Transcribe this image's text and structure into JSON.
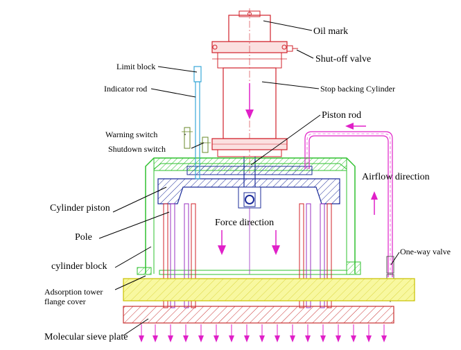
{
  "labels": {
    "oil_mark": "Oil mark",
    "shut_off_valve": "Shut-off valve",
    "limit_block": "Limit block",
    "indicator_rod": "Indicator rod",
    "stop_backing_cylinder": "Stop backing Cylinder",
    "piston_rod": "Piston rod",
    "warning_switch": "Warning switch",
    "shutdown_switch": "Shutdown switch",
    "airflow_direction": "Airflow direction",
    "cylinder_piston": "Cylinder piston",
    "pole": "Pole",
    "force_direction": "Force direction",
    "cylinder_block": "cylinder block",
    "one_way_valve": "One-way valve",
    "adsorption_tower_line1": "Adsorption tower",
    "adsorption_tower_line2": "flange cover",
    "molecular_sieve_plate": "Molecular sieve plate"
  },
  "colors": {
    "cylinder_outline": "#d0202a",
    "piston": "#1c2c9a",
    "cylinder_block": "#2ec02e",
    "airflow": "#e020c8",
    "flange_cover": "#e8e000",
    "sieve_plate": "#c83030",
    "indicator_rod": "#38a8d8"
  }
}
